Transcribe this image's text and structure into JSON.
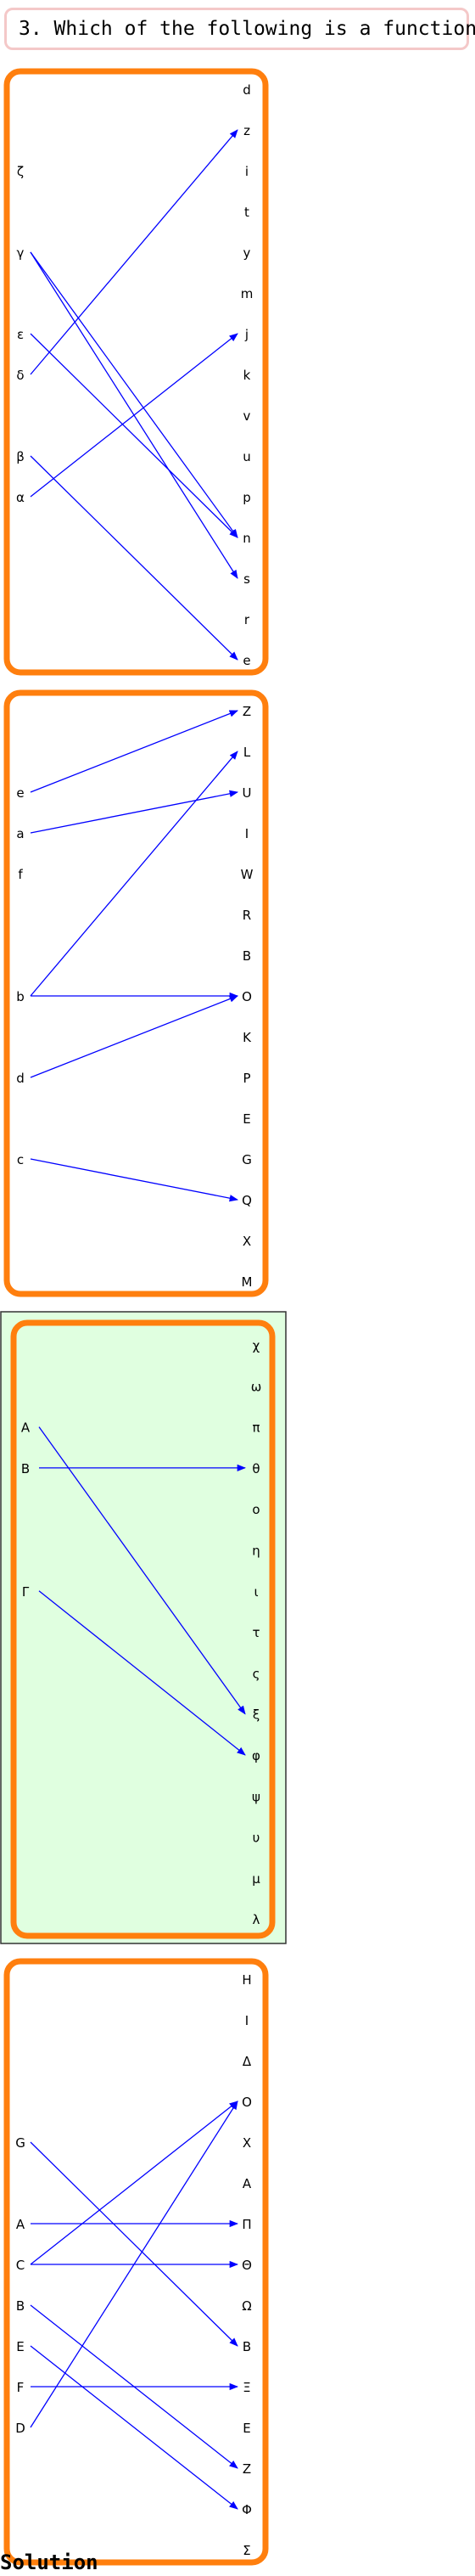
{
  "question": {
    "text": "3. Which of the following is a function:"
  },
  "solution_label": "Solution",
  "colors": {
    "frame": "#ff7f0e",
    "arrow": "#0000ff",
    "highlight_bg": "#e0ffe0",
    "highlight_border": "#333333",
    "question_border": "#f4c8c8"
  },
  "diagrams": [
    {
      "id": "diagram-1",
      "highlighted": false,
      "domain": [
        "ζ",
        "γ",
        "ε",
        "δ",
        "β",
        "α"
      ],
      "codomain": [
        "d",
        "z",
        "i",
        "t",
        "y",
        "m",
        "j",
        "k",
        "v",
        "u",
        "p",
        "n",
        "s",
        "r",
        "e"
      ],
      "arrows": [
        [
          "γ",
          "n"
        ],
        [
          "γ",
          "s"
        ],
        [
          "ε",
          "n"
        ],
        [
          "δ",
          "z"
        ],
        [
          "β",
          "e"
        ],
        [
          "α",
          "j"
        ]
      ]
    },
    {
      "id": "diagram-2",
      "highlighted": false,
      "domain": [
        "e",
        "a",
        "f",
        "b",
        "d",
        "c"
      ],
      "codomain": [
        "Z",
        "L",
        "U",
        "I",
        "W",
        "R",
        "B",
        "O",
        "K",
        "P",
        "E",
        "G",
        "Q",
        "X",
        "M"
      ],
      "arrows": [
        [
          "e",
          "Z"
        ],
        [
          "a",
          "U"
        ],
        [
          "b",
          "L"
        ],
        [
          "b",
          "O"
        ],
        [
          "d",
          "O"
        ],
        [
          "c",
          "Q"
        ]
      ]
    },
    {
      "id": "diagram-3",
      "highlighted": true,
      "domain": [
        "A",
        "B",
        "Γ"
      ],
      "codomain": [
        "χ",
        "ω",
        "π",
        "θ",
        "ο",
        "η",
        "ι",
        "τ",
        "ς",
        "ξ",
        "φ",
        "ψ",
        "υ",
        "μ",
        "λ"
      ],
      "arrows": [
        [
          "A",
          "ξ"
        ],
        [
          "B",
          "θ"
        ],
        [
          "Γ",
          "φ"
        ]
      ]
    },
    {
      "id": "diagram-4",
      "highlighted": false,
      "domain": [
        "G",
        "A",
        "C",
        "B",
        "E",
        "F",
        "D"
      ],
      "codomain": [
        "H",
        "I",
        "Δ",
        "O",
        "X",
        "A",
        "Π",
        "Θ",
        "Ω",
        "B",
        "Ξ",
        "E",
        "Z",
        "Φ",
        "Σ"
      ],
      "arrows": [
        [
          "G",
          "B"
        ],
        [
          "A",
          "Π"
        ],
        [
          "C",
          "O"
        ],
        [
          "C",
          "Θ"
        ],
        [
          "B",
          "Z"
        ],
        [
          "E",
          "Φ"
        ],
        [
          "F",
          "Ξ"
        ],
        [
          "D",
          "O"
        ]
      ]
    }
  ]
}
